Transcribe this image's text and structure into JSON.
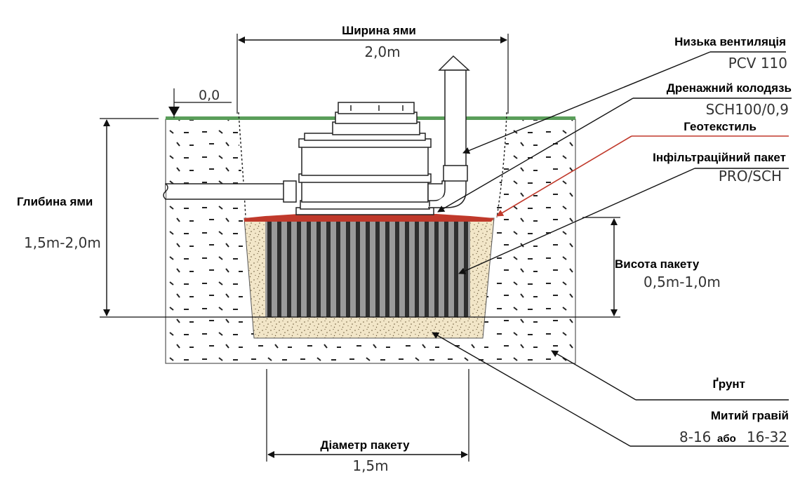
{
  "labels": {
    "pit_width_title": "Ширина ями",
    "pit_width_value": "2,0m",
    "ground_level": "0,0",
    "pit_depth_title": "Глибина ями",
    "pit_depth_value": "1,5m-2,0m",
    "package_height_title": "Висота пакету",
    "package_height_value": "0,5m-1,0m",
    "package_diameter_title": "Діаметр пакету",
    "package_diameter_value": "1,5m",
    "ventilation_title": "Низька вентиляція",
    "ventilation_value": "PCV 110",
    "well_title": "Дренажний колодязь",
    "well_value": "SCH100/0,9",
    "geotextile_title": "Геотекстиль",
    "infiltration_title": "Інфільтраційний пакет",
    "infiltration_value": "PRO/SCH",
    "soil_title": "Ґрунт",
    "gravel_title": "Митий гравій",
    "gravel_fraction_a": "8-16",
    "gravel_or": "або",
    "gravel_fraction_b": "16-32"
  },
  "colors": {
    "grass": "#5a9e5a",
    "geotextile": "#c0392b",
    "package": "#8c8c8c",
    "gravel": "#f2e6c8",
    "line": "#111111"
  }
}
